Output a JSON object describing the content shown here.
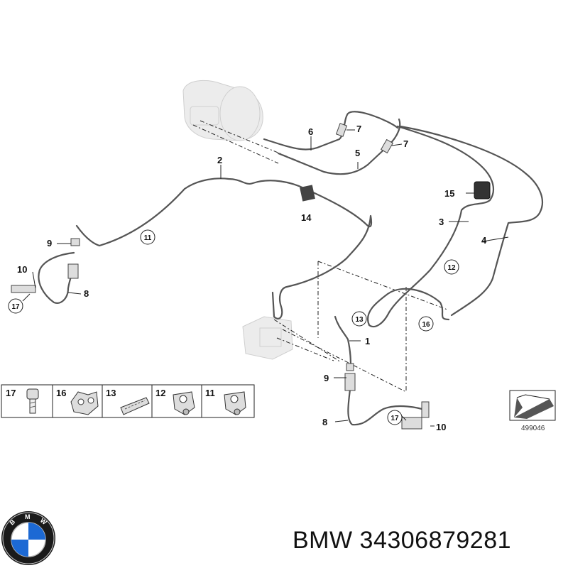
{
  "diagram": {
    "callouts": {
      "p1": "1",
      "p2": "2",
      "p3": "3",
      "p4": "4",
      "p5": "5",
      "p6": "6",
      "p7a": "7",
      "p7b": "7",
      "p8a": "8",
      "p8b": "8",
      "p9a": "9",
      "p9b": "9",
      "p10a": "10",
      "p10b": "10",
      "p14": "14",
      "p15": "15"
    },
    "circled": {
      "c11": "11",
      "c12": "12",
      "c13": "13",
      "c16": "16",
      "c17a": "17",
      "c17b": "17"
    },
    "legend": [
      "17",
      "16",
      "13",
      "12",
      "11"
    ],
    "reference_number": "499046"
  },
  "caption": {
    "brand": "BMW",
    "part_number": "34306879281",
    "text": "BMW 34306879281"
  },
  "colors": {
    "pipe": "#555555",
    "ghost_parts": "#ececec",
    "logo_blue": "#1c69d4",
    "logo_ring": "#111111"
  },
  "icons": [
    "bmw-logo-icon",
    "reference-arrow-icon"
  ]
}
